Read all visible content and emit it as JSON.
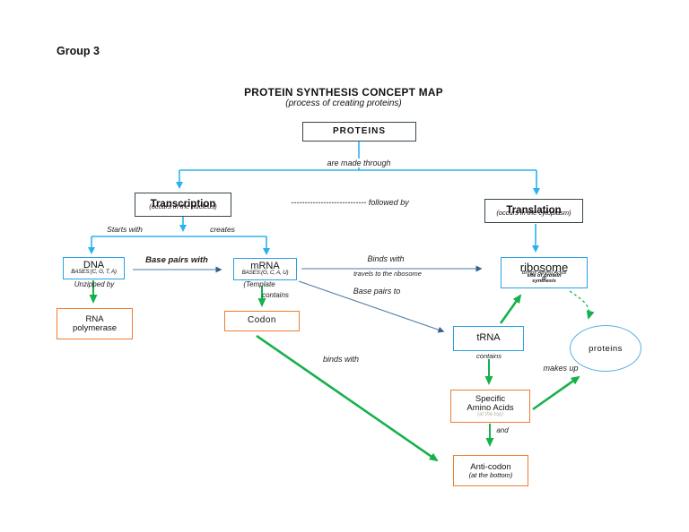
{
  "page": {
    "group_label": "Group 3"
  },
  "title": {
    "main": "PROTEIN SYNTHESIS CONCEPT MAP",
    "subtitle": "(process of creating proteins)"
  },
  "colors": {
    "tree_blue": "#29b2f0",
    "link_steel_blue": "#35618f",
    "green": "#17b14c",
    "orange": "#ed7d31",
    "dark_border": "#37474f",
    "node_blue": "#2a9fe5",
    "ellipse_blue": "#5ab0e0"
  },
  "nodes": {
    "proteins_top": {
      "label": "PROTEINS"
    },
    "transcription": {
      "label": "Transcription",
      "note": "(occurs in the nucleus)"
    },
    "translation": {
      "label": "Translation",
      "note": "(occurs in the cytoplasm)"
    },
    "dna": {
      "label": "DNA",
      "note": "BASES:(C, G, T, A)"
    },
    "mrna": {
      "label": "mRNA",
      "note": "BASES:(G, C, A, U)"
    },
    "rna_polymerase": {
      "line1": "RNA",
      "line2": "polymerase"
    },
    "codon": {
      "label": "Codon"
    },
    "ribosome": {
      "label": "ribosome",
      "note1": "Brings Amino Acids to",
      "note2": "site of protein synthesis"
    },
    "trna": {
      "label": "tRNA"
    },
    "specific_amino_acids": {
      "line1": "Specific",
      "line2": "Amino Acids",
      "note": "(at the top)"
    },
    "anti_codon": {
      "label": "Anti-codon",
      "note": "(at the bottom)"
    },
    "proteins_ellipse": {
      "label": "proteins"
    }
  },
  "edges": {
    "are_made_through": "are made through",
    "followed_by": "---------------------------- followed by",
    "starts_with": "Starts with",
    "creates": "creates",
    "base_pairs_with": "Base pairs with",
    "unzipped_by": "Unzipped by",
    "template": "(Template",
    "contains_mrna": "contains",
    "binds_with_line1": "Binds with",
    "binds_with_line2": "travels to the ribosome",
    "base_pairs_to": "Base pairs to",
    "binds_with_green": "binds with",
    "contains_trna": "contains",
    "and_label": "and",
    "makes_up": "makes up"
  }
}
